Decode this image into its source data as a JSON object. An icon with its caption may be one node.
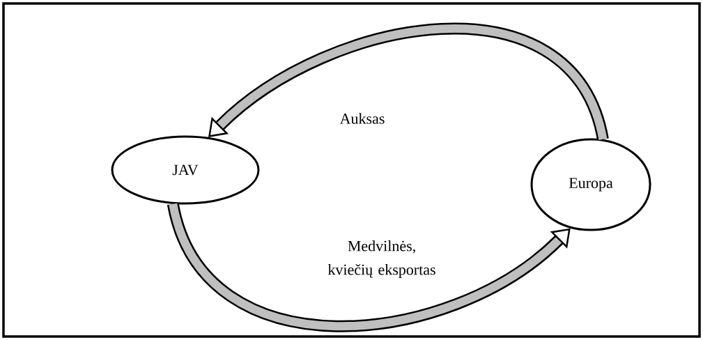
{
  "diagram": {
    "nodes": [
      {
        "text": [
          "JAV"
        ]
      },
      {
        "text": [
          "Europa"
        ]
      }
    ],
    "edges": [
      {
        "from": 1,
        "to": 0,
        "arrow": "to",
        "label": "Auksas"
      },
      {
        "from": 0,
        "to": 1,
        "arrow": "to",
        "label": "Medvilnės, kviečių eksportas"
      }
    ]
  }
}
